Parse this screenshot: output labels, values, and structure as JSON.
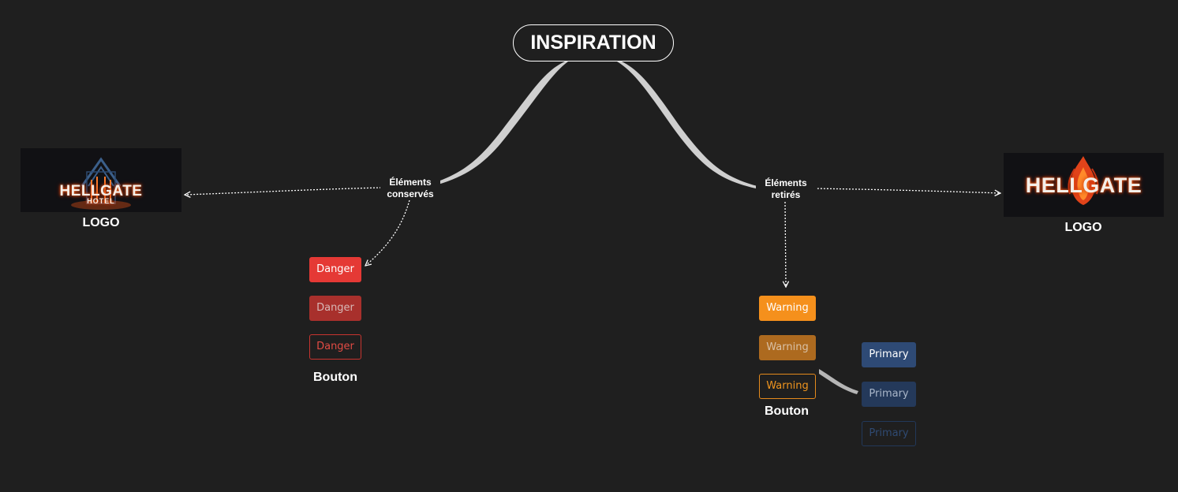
{
  "root": {
    "label": "INSPIRATION"
  },
  "branches": {
    "kept": {
      "label_line1": "Éléments",
      "label_line2": "conservés"
    },
    "removed": {
      "label_line1": "Éléments",
      "label_line2": "retirés"
    }
  },
  "kept_logo": {
    "caption": "LOGO",
    "brand_line1": "HELLGATE",
    "brand_line2": "HOTEL"
  },
  "removed_logo": {
    "caption": "LOGO",
    "brand_line1": "HELLGATE"
  },
  "kept_buttons": {
    "caption": "Bouton",
    "solid": "Danger",
    "muted": "Danger",
    "outline": "Danger"
  },
  "removed_buttons": {
    "caption": "Bouton",
    "warning_solid": "Warning",
    "warning_muted": "Warning",
    "warning_outline": "Warning",
    "primary_solid": "Primary",
    "primary_muted": "Primary",
    "primary_outline": "Primary"
  },
  "colors": {
    "background": "#1f1f1f",
    "danger": "#e53935",
    "danger_muted": "#a8302c",
    "warning": "#f5901c",
    "warning_muted": "#ad6a1f",
    "primary": "#2e4a75",
    "primary_muted": "#24395a",
    "primary_outline": "#22385a",
    "connector": "#cfcfcf"
  }
}
